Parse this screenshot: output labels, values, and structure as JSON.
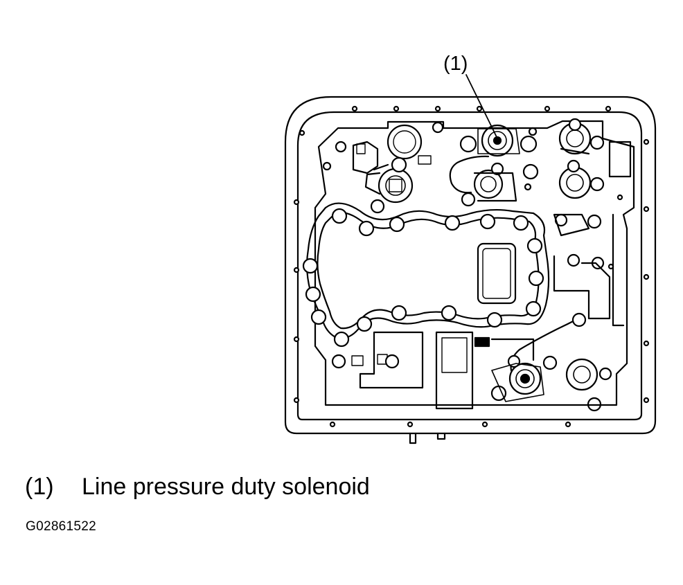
{
  "diagram": {
    "callout_marker": "(1)"
  },
  "legend": {
    "items": [
      {
        "marker": "(1)",
        "label": "Line pressure duty solenoid"
      }
    ]
  },
  "figure_id": "G02861522",
  "colors": {
    "line": "#000000",
    "background": "#ffffff"
  }
}
